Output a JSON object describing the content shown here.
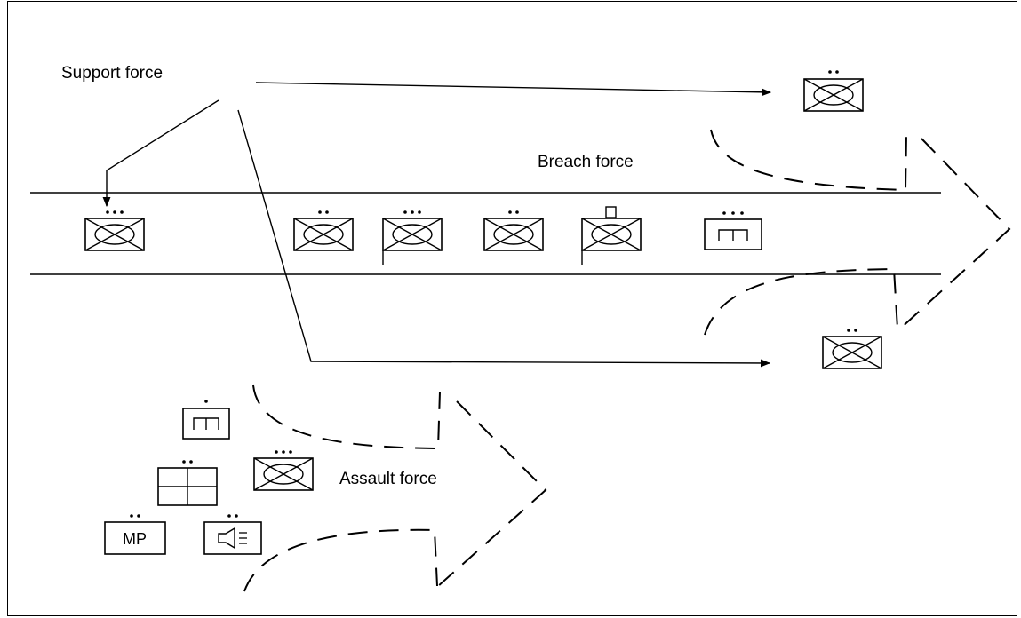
{
  "labels": {
    "support": "Support force",
    "breach": "Breach force",
    "assault": "Assault force"
  },
  "symbols": {
    "mp_text": "MP"
  },
  "colors": {
    "line": "#000000",
    "background": "#ffffff"
  }
}
